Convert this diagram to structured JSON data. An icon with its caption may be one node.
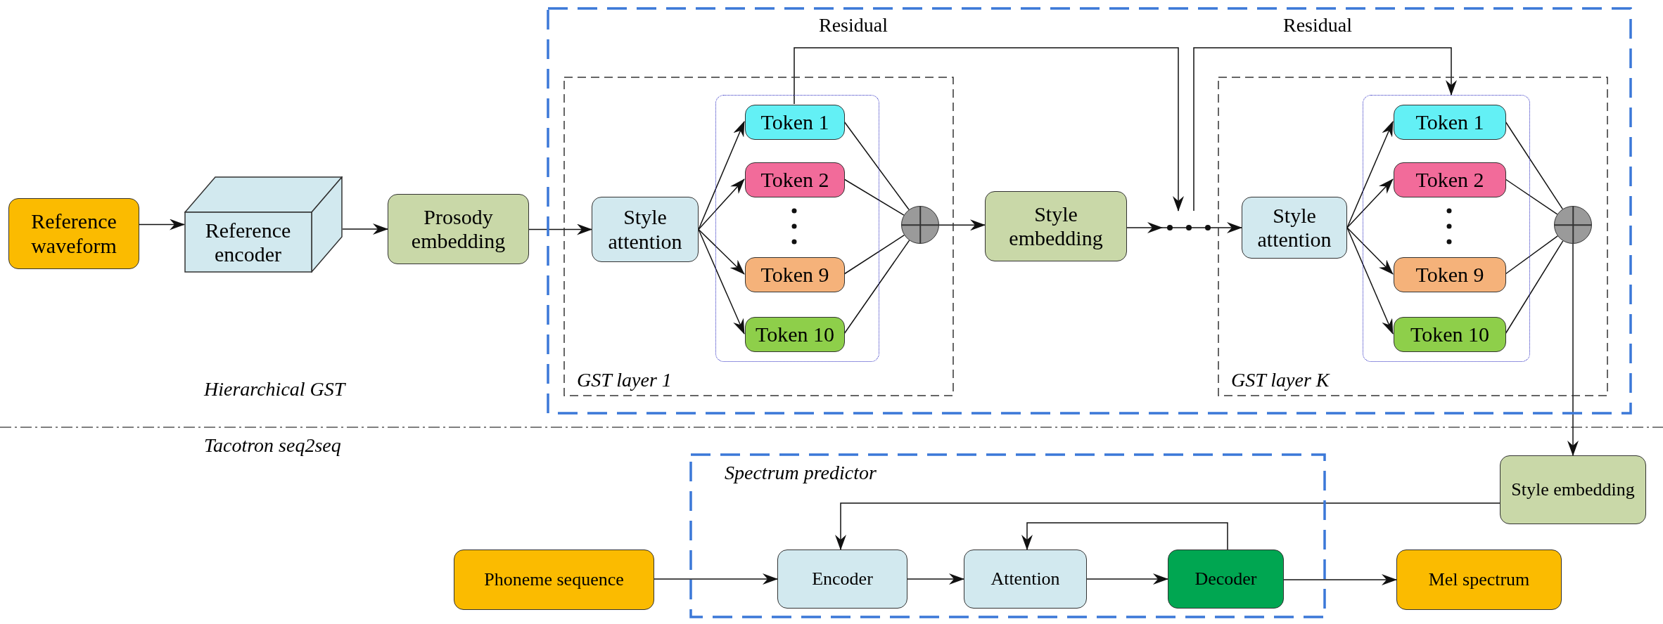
{
  "diagram": {
    "nodes": [
      {
        "text": [
          "Reference waveform"
        ]
      },
      {
        "text": [
          "Reference encoder"
        ]
      },
      {
        "text": [
          "Prosody embedding"
        ]
      },
      {
        "text": [],
        "shape": "box"
      },
      {
        "text": [
          "GST layer 1"
        ],
        "in": 3
      },
      {
        "text": [
          "Style attention"
        ],
        "in": 4
      },
      {
        "text": [],
        "shape": "box",
        "in": 4
      },
      {
        "text": [
          "Token 1"
        ],
        "in": 6
      },
      {
        "text": [
          "Token 2"
        ],
        "in": 6
      },
      {
        "text": [
          "Token 9"
        ],
        "in": 6
      },
      {
        "text": [
          "Token 10"
        ],
        "in": 6
      },
      {
        "text": [],
        "shape": "circle",
        "in": 4
      },
      {
        "text": [
          "Style embedding"
        ],
        "in": 3
      },
      {
        "text": [
          "GST layer K"
        ],
        "in": 3
      },
      {
        "text": [
          "Style attention"
        ],
        "in": 13
      },
      {
        "text": [],
        "shape": "box",
        "in": 13
      },
      {
        "text": [
          "Token 1"
        ],
        "in": 15
      },
      {
        "text": [
          "Token 2"
        ],
        "in": 15
      },
      {
        "text": [
          "Token 9"
        ],
        "in": 15
      },
      {
        "text": [
          "Token 10"
        ],
        "in": 15
      },
      {
        "text": [],
        "shape": "circle",
        "in": 13
      },
      {
        "text": [
          "Style embedding"
        ]
      },
      {
        "text": [
          "Phoneme sequence"
        ]
      },
      {
        "text": [
          "Spectrum predictor"
        ]
      },
      {
        "text": [
          "Encoder"
        ],
        "in": 23
      },
      {
        "text": [
          "Attention"
        ],
        "in": 23
      },
      {
        "text": [
          "Decoder"
        ],
        "in": 23
      },
      {
        "text": [
          "Mel spectrum"
        ]
      }
    ],
    "edges": [
      {
        "from": 0,
        "to": 1,
        "arrow": "to"
      },
      {
        "from": 1,
        "to": 2,
        "arrow": "to"
      },
      {
        "from": 2,
        "to": 5,
        "arrow": "to"
      },
      {
        "from": 5,
        "to": 7,
        "arrow": "to"
      },
      {
        "from": 5,
        "to": 8,
        "arrow": "to"
      },
      {
        "from": 5,
        "to": 9,
        "arrow": "to"
      },
      {
        "from": 5,
        "to": 10,
        "arrow": "to"
      },
      {
        "from": 7,
        "to": 11,
        "arrow": "none"
      },
      {
        "from": 8,
        "to": 11,
        "arrow": "none"
      },
      {
        "from": 9,
        "to": 11,
        "arrow": "none"
      },
      {
        "from": 10,
        "to": 11,
        "arrow": "none"
      },
      {
        "from": 11,
        "to": 12,
        "arrow": "to"
      },
      {
        "from": 12,
        "to": 14,
        "arrow": "to"
      },
      {
        "from": 7,
        "to": null,
        "arrow": "to",
        "label": "Residual"
      },
      {
        "from": null,
        "to": 15,
        "arrow": "to",
        "label": "Residual"
      },
      {
        "from": 14,
        "to": 16,
        "arrow": "to"
      },
      {
        "from": 14,
        "to": 17,
        "arrow": "to"
      },
      {
        "from": 14,
        "to": 18,
        "arrow": "to"
      },
      {
        "from": 14,
        "to": 19,
        "arrow": "to"
      },
      {
        "from": 16,
        "to": 20,
        "arrow": "none"
      },
      {
        "from": 17,
        "to": 20,
        "arrow": "none"
      },
      {
        "from": 18,
        "to": 20,
        "arrow": "none"
      },
      {
        "from": 19,
        "to": 20,
        "arrow": "none"
      },
      {
        "from": 20,
        "to": 21,
        "arrow": "to"
      },
      {
        "from": 21,
        "to": 24,
        "arrow": "to"
      },
      {
        "from": 22,
        "to": 24,
        "arrow": "to"
      },
      {
        "from": 24,
        "to": 25,
        "arrow": "to"
      },
      {
        "from": 25,
        "to": 26,
        "arrow": "to"
      },
      {
        "from": 26,
        "to": 25,
        "arrow": "to"
      },
      {
        "from": 26,
        "to": 27,
        "arrow": "to"
      }
    ],
    "labels": [
      "Hierarchical GST",
      "Tacotron seq2seq"
    ]
  }
}
